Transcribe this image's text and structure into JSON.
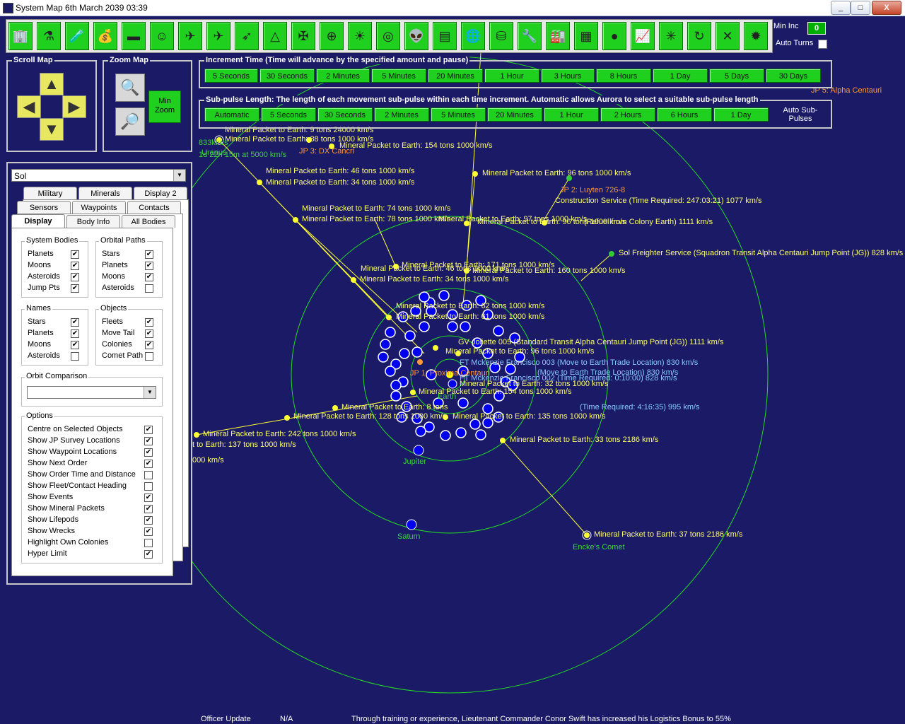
{
  "window": {
    "title": "System Map  6th March 2039 03:39",
    "buttons": [
      "_",
      "□",
      "X"
    ]
  },
  "toolbar": {
    "icons": [
      "building-icon",
      "lab-icon",
      "flask-icon",
      "money-bag-icon",
      "tank-icon",
      "commander-portrait-icon",
      "jet-icon",
      "fighter-icon",
      "missile-icon",
      "triangle-warning-icon",
      "tie-fighter-icon",
      "crosshair-icon",
      "sun-icon",
      "radar-icon",
      "alien-icon",
      "document-icon",
      "globe-icon",
      "barrels-icon",
      "wrench-icon",
      "factory-icon",
      "circuit-icon",
      "planet-icon",
      "monitor-chart-icon",
      "molecule-icon",
      "refresh-icon",
      "tools-icon",
      "gear-star-icon"
    ],
    "min_inc_label": "Min Inc",
    "min_inc_value": "0",
    "auto_turns_label": "Auto Turns"
  },
  "scroll_map": {
    "title": "Scroll Map"
  },
  "zoom_map": {
    "title": "Zoom Map",
    "min_zoom_label": "Min Zoom"
  },
  "increment": {
    "title": "Increment Time (Time will advance by the specified amount and pause)",
    "buttons": [
      "5 Seconds",
      "30 Seconds",
      "2 Minutes",
      "5 Minutes",
      "20 Minutes",
      "1 Hour",
      "3 Hours",
      "8 Hours",
      "1 Day",
      "5 Days",
      "30 Days"
    ]
  },
  "subpulse": {
    "title": "Sub-pulse Length: The length of each movement sub-pulse within each time increment. Automatic allows Aurora to select a suitable sub-pulse length",
    "buttons": [
      "Automatic",
      "5 Seconds",
      "30 Seconds",
      "2 Minutes",
      "5 Minutes",
      "20 Minutes",
      "1 Hour",
      "2 Hours",
      "6 Hours",
      "1 Day"
    ],
    "auto_label": "Auto Sub-Pulses"
  },
  "system_select": {
    "value": "Sol"
  },
  "tabs": {
    "row1": [
      "Military",
      "Minerals",
      "Display 2"
    ],
    "row2": [
      "Sensors",
      "Waypoints",
      "Contacts"
    ],
    "row3": [
      "Display",
      "Body Info",
      "All Bodies"
    ]
  },
  "display_tab": {
    "system_bodies": {
      "title": "System Bodies",
      "items": [
        {
          "label": "Planets",
          "checked": "✔"
        },
        {
          "label": "Moons",
          "checked": "✔"
        },
        {
          "label": "Asteroids",
          "checked": "✔"
        },
        {
          "label": "Jump Pts",
          "checked": "✔"
        }
      ]
    },
    "orbital_paths": {
      "title": "Orbital Paths",
      "items": [
        {
          "label": "Stars",
          "checked": "✔"
        },
        {
          "label": "Planets",
          "checked": "✔"
        },
        {
          "label": "Moons",
          "checked": "✔"
        },
        {
          "label": "Asteroids",
          "checked": ""
        }
      ]
    },
    "names": {
      "title": "Names",
      "items": [
        {
          "label": "Stars",
          "checked": "✔"
        },
        {
          "label": "Planets",
          "checked": "✔"
        },
        {
          "label": "Moons",
          "checked": "✔"
        },
        {
          "label": "Asteroids",
          "checked": ""
        }
      ]
    },
    "objects": {
      "title": "Objects",
      "items": [
        {
          "label": "Fleets",
          "checked": "✔"
        },
        {
          "label": "Move Tail",
          "checked": "✔"
        },
        {
          "label": "Colonies",
          "checked": "✔"
        },
        {
          "label": "Comet Path",
          "checked": ""
        }
      ]
    },
    "orbit_comparison": {
      "title": "Orbit Comparison",
      "value": ""
    },
    "options": {
      "title": "Options",
      "items": [
        {
          "label": "Centre on Selected Objects",
          "checked": "✔"
        },
        {
          "label": "Show JP Survey Locations",
          "checked": "✔"
        },
        {
          "label": "Show Waypoint Locations",
          "checked": "✔"
        },
        {
          "label": "Show Next Order",
          "checked": "✔"
        },
        {
          "label": "Show Order Time and Distance",
          "checked": ""
        },
        {
          "label": "Show Fleet/Contact Heading",
          "checked": ""
        },
        {
          "label": "Show Events",
          "checked": "✔"
        },
        {
          "label": "Show Mineral Packets",
          "checked": "✔"
        },
        {
          "label": "Show Lifepods",
          "checked": "✔"
        },
        {
          "label": "Show Wrecks",
          "checked": "✔"
        },
        {
          "label": "Highlight Own Colonies",
          "checked": ""
        },
        {
          "label": "Hyper Limit",
          "checked": "✔"
        }
      ]
    }
  },
  "map": {
    "colors": {
      "background": "#1a1a66",
      "orbit": "#22dd22",
      "packet": "#ffff33",
      "asteroid": "#0000ee",
      "planet_name": "#3cd43c",
      "jump_point": "#ff9933",
      "fleet": "#88ccff"
    },
    "labels": [
      {
        "text": "Mineral Packet to Earth: 9 tons  24000 km/s",
        "cls": "ylbl"
      },
      {
        "text": "Mineral Packet to Earth: 88 tons  1000 km/s",
        "cls": "ylbl"
      },
      {
        "text": "833km/s",
        "cls": "glbl"
      },
      {
        "text": "Uranus",
        "cls": "glbl"
      },
      {
        "text": "1d 22h 15m at 5000 km/s",
        "cls": "glbl"
      },
      {
        "text": "JP 3: DX Cancri",
        "cls": "olbl"
      },
      {
        "text": "Mineral Packet to Earth: 154 tons  1000 km/s",
        "cls": "ylbl"
      },
      {
        "text": "JP 5: Alpha Centauri",
        "cls": "olbl"
      },
      {
        "text": "Mineral Packet to Earth: 46 tons  1000 km/s",
        "cls": "ylbl"
      },
      {
        "text": "Mineral Packet to Earth: 34 tons  1000 km/s",
        "cls": "ylbl"
      },
      {
        "text": "Mineral Packet to Earth: 96 tons  1000 km/s",
        "cls": "ylbl"
      },
      {
        "text": "JP 2: Luyten 726-8",
        "cls": "olbl"
      },
      {
        "text": "Construction Service (Time Required: 247:03:21)  1077 km/s",
        "cls": "ylbl"
      },
      {
        "text": "Mineral Packet to Earth: 74 tons  1000 km/s",
        "cls": "ylbl"
      },
      {
        "text": "Mineral Packet to Earth: 78 tons  1000 km/s",
        "cls": "ylbl"
      },
      {
        "text": "Mineral Packet to Earth: 97 tons  1000 km/s",
        "cls": "ylbl"
      },
      {
        "text": "Mineral Packet to Earth: 96 tons  1000 km/s",
        "cls": "ylbl"
      },
      {
        "text": "(Refuel from Colony Earth)  1111 km/s",
        "cls": "ylbl"
      },
      {
        "text": "Sol Freighter Service (Squadron Transit Alpha Centauri Jump Point (JG))  828 km/s",
        "cls": "ylbl"
      },
      {
        "text": "Mineral Packet to Earth: 171 tons  1000 km/s",
        "cls": "ylbl"
      },
      {
        "text": "Mineral Packet to Earth: 46 tons  1000 km/s",
        "cls": "ylbl"
      },
      {
        "text": "Mineral Packet to Earth: 160 tons  1000 km/s",
        "cls": "ylbl"
      },
      {
        "text": "Mineral Packet to Earth: 34 tons  1000 km/s",
        "cls": "ylbl"
      },
      {
        "text": "Mineral Packet to Earth: 62 tons  1000 km/s",
        "cls": "ylbl"
      },
      {
        "text": "Mineral Packet to Earth: 61 tons  1000 km/s",
        "cls": "ylbl"
      },
      {
        "text": "GV Joliette 005 (Standard Transit Alpha Centauri Jump Point (JG))  1111 km/s",
        "cls": "ylbl"
      },
      {
        "text": "Mineral Packet to Earth: 96 tons  1000 km/s",
        "cls": "ylbl"
      },
      {
        "text": "JP 1: Proxima Centauri",
        "cls": "olbl"
      },
      {
        "text": "FT Mckenzie Francisco 003 (Move to Earth Trade Location)  830 km/s",
        "cls": "clbl"
      },
      {
        "text": "(Move to Earth Trade Location)  830 km/s",
        "cls": "clbl"
      },
      {
        "text": "FT Mckenzie Francisco 002 (Time Required: 0:10:00)  828 km/s",
        "cls": "clbl"
      },
      {
        "text": "Mineral Packet to Earth: 32 tons  1000 km/s",
        "cls": "ylbl"
      },
      {
        "text": "Earth",
        "cls": "glbl"
      },
      {
        "text": "Mineral Packet to Earth: 154 tons  1000 km/s",
        "cls": "ylbl"
      },
      {
        "text": "Mineral Packet to Earth: 8 tons",
        "cls": "ylbl"
      },
      {
        "text": "(Time Required: 4:16:35)  995 km/s",
        "cls": "clbl"
      },
      {
        "text": "Mineral Packet to Earth: 128 tons  1000 km/s",
        "cls": "ylbl"
      },
      {
        "text": "Mineral Packet to Earth: 135 tons  1000 km/s",
        "cls": "ylbl"
      },
      {
        "text": "Mineral Packet to Earth: 242 tons  1000 km/s",
        "cls": "ylbl"
      },
      {
        "text": "Mineral Packet to Earth: 33 tons  2186 km/s",
        "cls": "ylbl"
      },
      {
        "text": "t to Earth: 137 tons  1000 km/s",
        "cls": "ylbl"
      },
      {
        "text": "000 km/s",
        "cls": "ylbl"
      },
      {
        "text": "Jupiter",
        "cls": "glbl"
      },
      {
        "text": "Saturn",
        "cls": "glbl"
      },
      {
        "text": "Mineral Packet to Earth: 37 tons  2186 km/s",
        "cls": "ylbl"
      },
      {
        "text": "Encke's Comet",
        "cls": "glbl"
      }
    ]
  },
  "status_bar": {
    "category": "Officer Update",
    "location": "N/A",
    "message": "Through training or experience, Lieutenant Commander Conor Swift has increased his Logistics Bonus to 55%"
  }
}
